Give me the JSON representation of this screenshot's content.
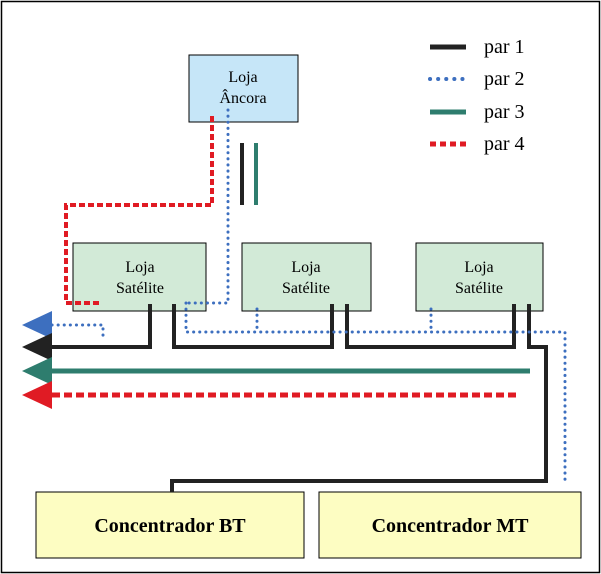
{
  "legend": [
    {
      "label": "par 1",
      "color": "#222222",
      "style": "solid"
    },
    {
      "label": "par 2",
      "color": "#3d6fbf",
      "style": "dotted"
    },
    {
      "label": "par 3",
      "color": "#2e7d6e",
      "style": "solid"
    },
    {
      "label": "par 4",
      "color": "#e01b24",
      "style": "dashed"
    }
  ],
  "nodes": {
    "anchor_store": {
      "line1": "Loja",
      "line2": "Âncora",
      "fill": "#c6e6f8"
    },
    "satellite_1": {
      "line1": "Loja",
      "line2": "Satélite",
      "fill": "#d2ead7"
    },
    "satellite_2": {
      "line1": "Loja",
      "line2": "Satélite",
      "fill": "#d2ead7"
    },
    "satellite_3": {
      "line1": "Loja",
      "line2": "Satélite",
      "fill": "#d2ead7"
    },
    "concentrator_bt": {
      "label": "Concentrador BT",
      "fill": "#fdfdc2"
    },
    "concentrator_mt": {
      "label": "Concentrador MT",
      "fill": "#fdfdc2"
    }
  },
  "colors": {
    "par1": "#222222",
    "par2": "#3d6fbf",
    "par3": "#2e7d6e",
    "par4": "#e01b24",
    "arrow_blue": "#3d6fbf",
    "arrow_black": "#222222",
    "arrow_green": "#2e7d6e",
    "arrow_red": "#e01b24"
  }
}
